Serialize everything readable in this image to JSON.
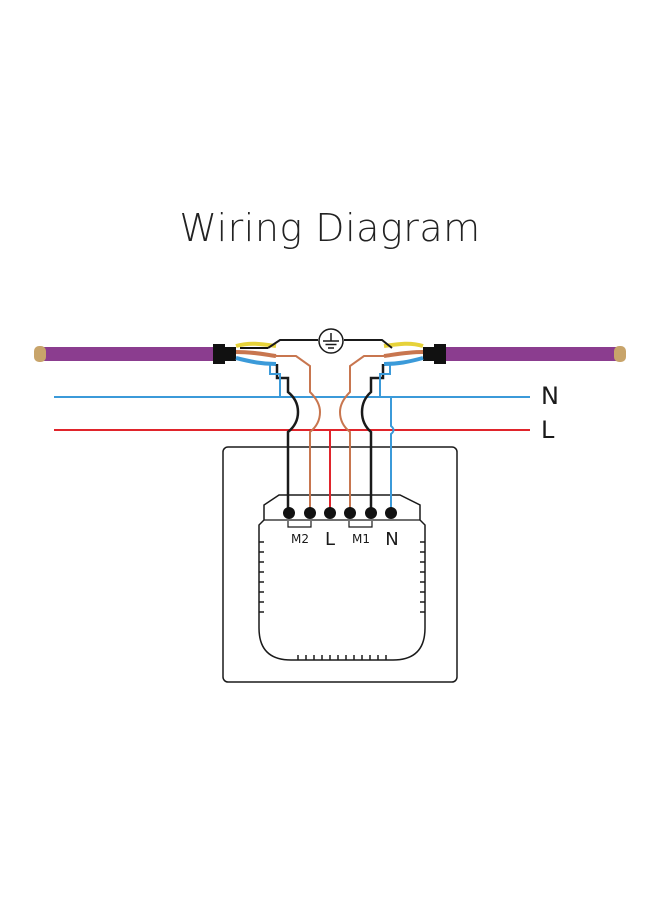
{
  "title": "Wiring Diagram",
  "lines": {
    "neutral": "N",
    "live": "L"
  },
  "terminals": [
    "M2",
    "L",
    "M1",
    "N"
  ],
  "colors": {
    "cable": "#8b3d8f",
    "cable_end": "#c8a46a",
    "neutral_wire": "#3b9ad9",
    "live_wire": "#e0242b",
    "motor_wire": "#c8764f",
    "earth_wire": "#1a1a1a",
    "yellow_green": "#e6d23a",
    "outline": "#1a1a1a"
  },
  "icons": [
    "earth-ground-icon"
  ]
}
